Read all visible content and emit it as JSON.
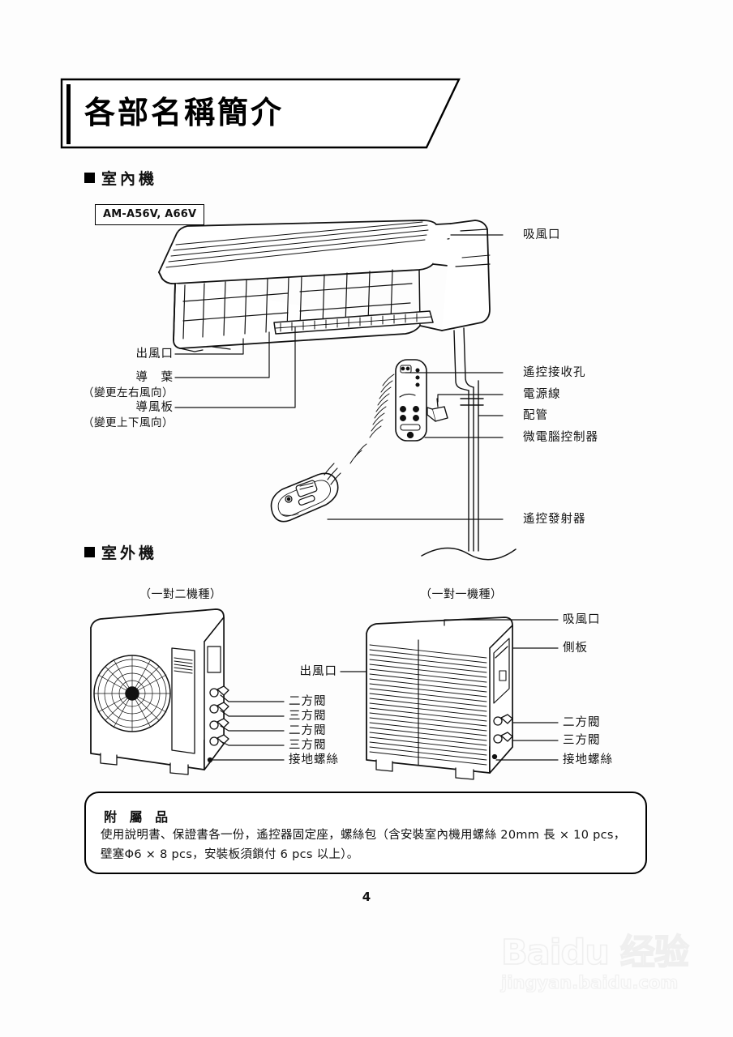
{
  "document": {
    "page_number": "4",
    "title": "各部名稱簡介"
  },
  "sections": {
    "indoor": {
      "header": "室內機",
      "model_tag": "AM-A56V, A66V",
      "labels_left": [
        {
          "text": "出風口"
        },
        {
          "text": "導　葉"
        },
        {
          "text": "（變更左右風向）"
        },
        {
          "text": "導風板"
        },
        {
          "text": "（變更上下風向）"
        }
      ],
      "labels_right": [
        {
          "text": "吸風口"
        },
        {
          "text": "遙控接收孔"
        },
        {
          "text": "電源線"
        },
        {
          "text": "配管"
        },
        {
          "text": "微電腦控制器"
        },
        {
          "text": "遙控發射器"
        }
      ]
    },
    "outdoor": {
      "header": "室外機",
      "caption_left": "（一對二機種）",
      "caption_right": "（一對一機種）",
      "left_unit_labels": [
        {
          "text": "二方閥"
        },
        {
          "text": "三方閥"
        },
        {
          "text": "二方閥"
        },
        {
          "text": "三方閥"
        },
        {
          "text": "接地螺絲"
        }
      ],
      "right_unit_labels": [
        {
          "text": "吸風口"
        },
        {
          "text": "側板"
        },
        {
          "text": "出風口"
        },
        {
          "text": "二方閥"
        },
        {
          "text": "三方閥"
        },
        {
          "text": "接地螺絲"
        }
      ]
    },
    "accessories": {
      "title": "附 屬 品",
      "body": "使用說明書、保證書各一份，遙控器固定座，螺絲包（含安裝室內機用螺絲 20mm 長 × 10 pcs，壁塞Φ6 × 8 pcs，安裝板須鎖付 6 pcs 以上）。"
    }
  },
  "watermark": {
    "line1": "Baidu 经验",
    "line2": "jingyan.baidu.com"
  },
  "colors": {
    "ink": "#111111",
    "paper": "#ffffff",
    "watermark": "#e4e4e4"
  }
}
